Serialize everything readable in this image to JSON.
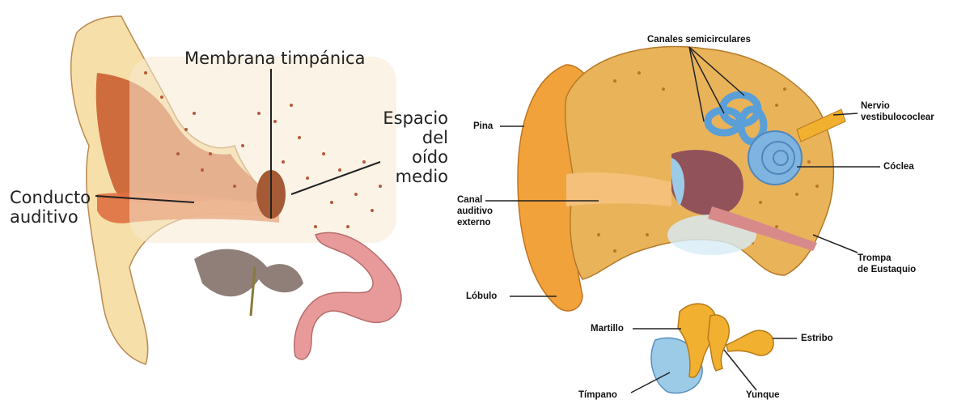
{
  "left_diagram": {
    "labels": {
      "tympanic_membrane": "Membrana timpánica",
      "middle_ear_space": "Espacio\ndel\noído\nmedio",
      "auditory_canal": "Conducto\nauditivo"
    }
  },
  "right_diagram": {
    "labels": {
      "semicircular_canals": "Canales semicirculares",
      "vestibulocochlear_nerve": "Nervio\nvestibulococlear",
      "cochlea": "Cóclea",
      "pinna": "Pina",
      "external_canal": "Canal\nauditivo\nexterno",
      "eustachian_tube": "Trompa\nde Eustaquio",
      "lobule": "Lóbulo"
    }
  },
  "ossicles": {
    "labels": {
      "malleus": "Martillo",
      "stapes": "Estribo",
      "eardrum": "Tímpano",
      "incus": "Yunque"
    }
  },
  "colors": {
    "skin": "#f2a23a",
    "bone": "#f3c66b",
    "flesh": "#c8582a",
    "membrane": "#9ccbe8",
    "cochlea": "#7fb4e0",
    "tube_pink": "#e89a9a",
    "muscle_grey": "#8f7f78"
  }
}
